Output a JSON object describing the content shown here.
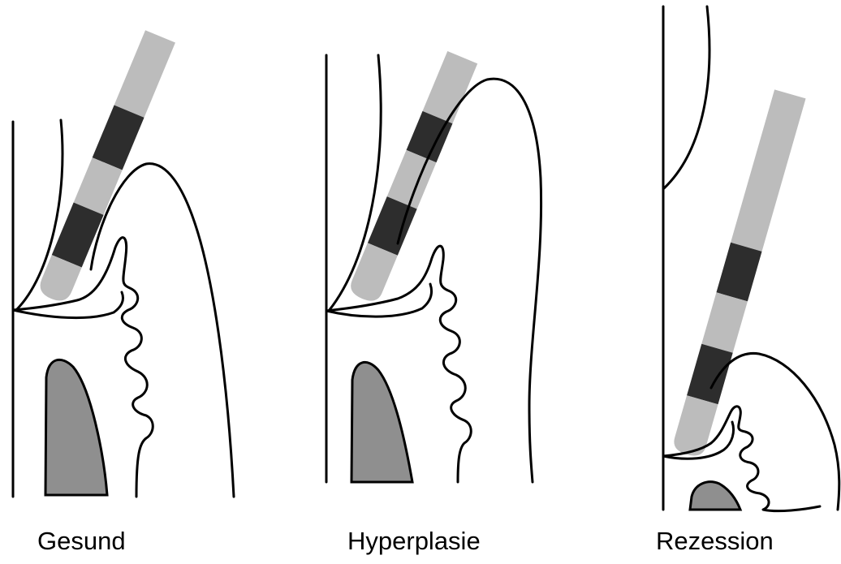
{
  "panels": [
    {
      "label": "Gesund"
    },
    {
      "label": "Hyperplasie"
    },
    {
      "label": "Rezession"
    }
  ],
  "colors": {
    "probe_light": "#bcbcbc",
    "probe_dark": "#2d2d2d",
    "bone": "#8f8f8f",
    "outline": "#000000",
    "background": "#ffffff"
  }
}
